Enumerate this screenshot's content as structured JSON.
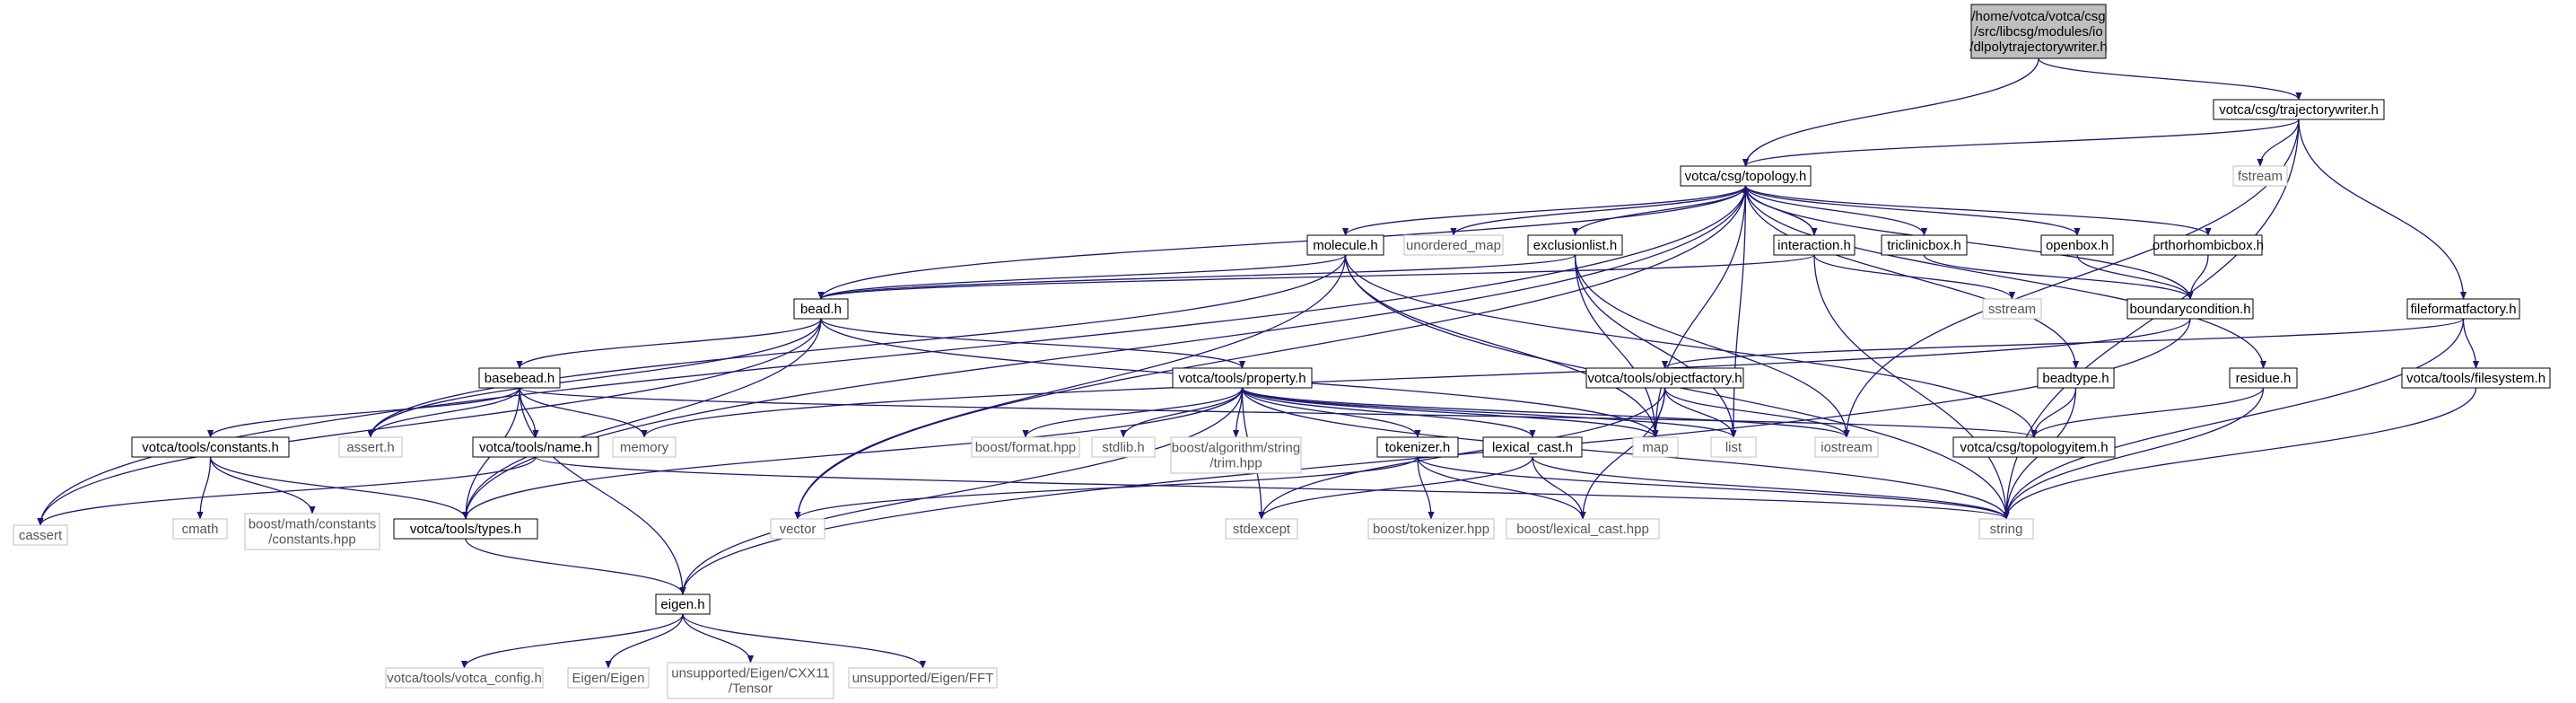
{
  "title_node": [
    "/home/votca/votca/csg",
    "/src/libcsg/modules/io",
    "/dlpolytrajectorywriter.h"
  ],
  "colors": {
    "edge": "#191970",
    "root_fill": "#bfbfbf",
    "node_border": "#000000",
    "system_border": "#bfbfbf",
    "system_text": "#555555"
  },
  "nodes": {
    "trajectorywriter": [
      "votca/csg/trajectorywriter.h"
    ],
    "topology": [
      "votca/csg/topology.h"
    ],
    "fstream": [
      "fstream"
    ],
    "cassert": [
      "cassert"
    ],
    "molecule": [
      "molecule.h"
    ],
    "unordered_map": [
      "unordered_map"
    ],
    "exclusionlist": [
      "exclusionlist.h"
    ],
    "interaction": [
      "interaction.h"
    ],
    "triclinicbox": [
      "triclinicbox.h"
    ],
    "openbox": [
      "openbox.h"
    ],
    "orthorhombicbox": [
      "orthorhombicbox.h"
    ],
    "sstream": [
      "sstream"
    ],
    "boundarycondition": [
      "boundarycondition.h"
    ],
    "fileformatfactory": [
      "fileformatfactory.h"
    ],
    "bead": [
      "bead.h"
    ],
    "basebead": [
      "basebead.h"
    ],
    "property": [
      "votca/tools/property.h"
    ],
    "objectfactory": [
      "votca/tools/objectfactory.h"
    ],
    "beadtype": [
      "beadtype.h"
    ],
    "residue": [
      "residue.h"
    ],
    "filesystem": [
      "votca/tools/filesystem.h"
    ],
    "constants": [
      "votca/tools/constants.h"
    ],
    "assert": [
      "assert.h"
    ],
    "name": [
      "votca/tools/name.h"
    ],
    "memory": [
      "memory"
    ],
    "format": [
      "boost/format.hpp"
    ],
    "stdlib": [
      "stdlib.h"
    ],
    "trim": [
      "boost/algorithm/string",
      "/trim.hpp"
    ],
    "map": [
      "map"
    ],
    "list": [
      "list"
    ],
    "iostream": [
      "iostream"
    ],
    "topologyitem": [
      "votca/csg/topologyitem.h"
    ],
    "tokenizer": [
      "tokenizer.h"
    ],
    "lexical_cast": [
      "lexical_cast.h"
    ],
    "cmath": [
      "cmath"
    ],
    "boost_constants": [
      "boost/math/constants",
      "/constants.hpp"
    ],
    "types": [
      "votca/tools/types.h"
    ],
    "vector": [
      "vector"
    ],
    "stdexcept": [
      "stdexcept"
    ],
    "boost_tokenizer": [
      "boost/tokenizer.hpp"
    ],
    "boost_lexical_cast": [
      "boost/lexical_cast.hpp"
    ],
    "string": [
      "string"
    ],
    "eigen": [
      "eigen.h"
    ],
    "votca_config": [
      "votca/tools/votca_config.h"
    ],
    "eigen_eigen": [
      "Eigen/Eigen"
    ],
    "tensor": [
      "unsupported/Eigen/CXX11",
      "/Tensor"
    ],
    "fft": [
      "unsupported/Eigen/FFT"
    ]
  }
}
